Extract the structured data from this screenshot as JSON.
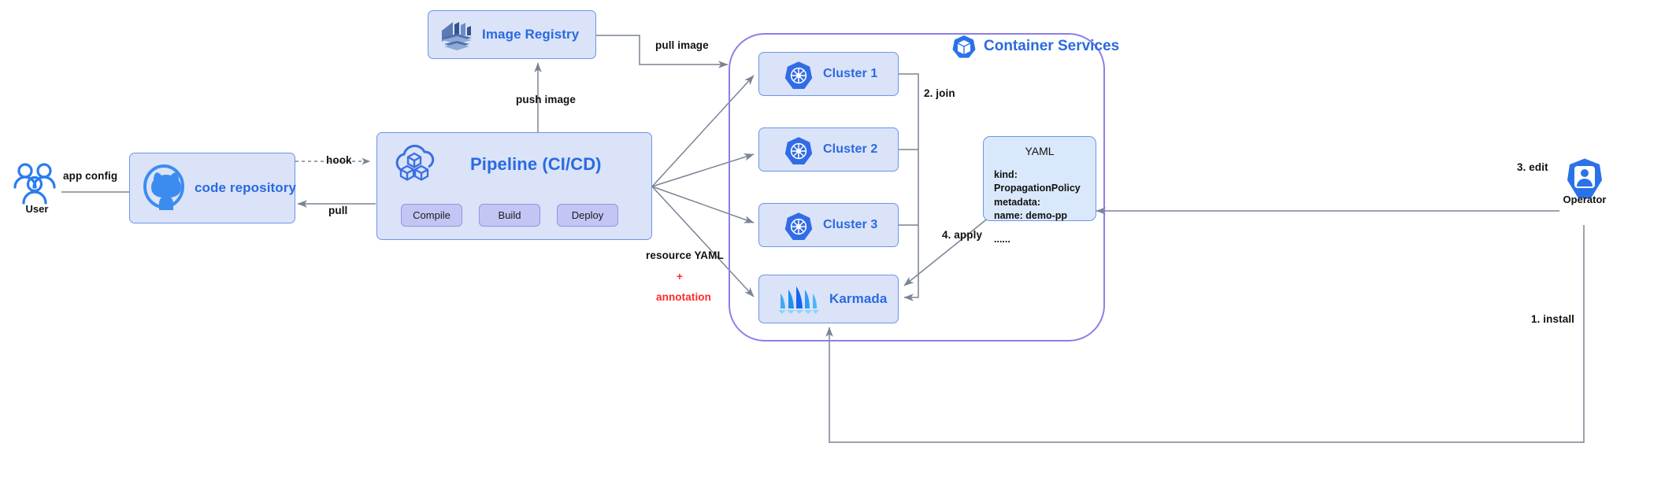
{
  "diagram": {
    "title": "Karmada multi-cluster CI/CD architecture",
    "colors": {
      "node_fill": "#dae3f8",
      "node_border": "#6c95e8",
      "node_text": "#2a6ae0",
      "chip_fill": "#c3c6f4",
      "chip_border": "#9396df",
      "container_frame": "#8b7fe8",
      "accent_red": "#ff2b2b",
      "arrow": "#7a8494",
      "k8s_blue": "#326ce5"
    }
  },
  "actors": {
    "user": {
      "caption": "User",
      "icon": "users-group-icon"
    },
    "operator": {
      "caption": "Operator",
      "icon": "operator-person-icon"
    }
  },
  "nodes": {
    "code_repository": {
      "label": "code repository",
      "icon": "github-octocat-icon"
    },
    "image_registry": {
      "label": "Image Registry",
      "icon": "registry-stack-icon"
    },
    "pipeline": {
      "label": "Pipeline (CI/CD)",
      "icon": "cloud-cubes-icon",
      "stages": [
        {
          "label": "Compile"
        },
        {
          "label": "Build"
        },
        {
          "label": "Deploy"
        }
      ]
    },
    "clusters": [
      {
        "label": "Cluster 1",
        "icon": "kubernetes-icon"
      },
      {
        "label": "Cluster 2",
        "icon": "kubernetes-icon"
      },
      {
        "label": "Cluster 3",
        "icon": "kubernetes-icon"
      }
    ],
    "karmada": {
      "label": "Karmada",
      "icon": "karmada-sails-icon"
    }
  },
  "container_services": {
    "label": "Container Services",
    "icon": "container-cube-icon"
  },
  "yaml_card": {
    "title": "YAML",
    "lines": [
      "kind: PropagationPolicy",
      "metadata:",
      "   name: demo-pp"
    ],
    "ellipsis": "......"
  },
  "edge_labels": {
    "app_config": "app config",
    "hook": "hook",
    "pull": "pull",
    "push_image": "push image",
    "pull_image": "pull image",
    "resource_yaml": "resource YAML",
    "plus": "+",
    "annotation": "annotation",
    "join": "2. join",
    "apply": "4. apply",
    "edit": "3. edit",
    "install": "1. install"
  }
}
